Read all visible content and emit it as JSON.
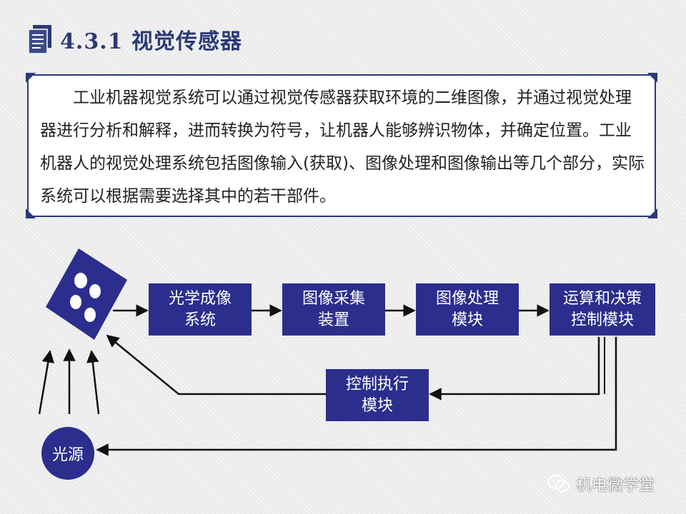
{
  "header": {
    "title": "4.3.1 视觉传感器",
    "icon": "document-icon"
  },
  "intro": {
    "paragraph": "工业机器视觉系统可以通过视觉传感器获取环境的二维图像，并通过视觉处理器进行分析和解释，进而转换为符号，让机器人能够辨识物体，并确定位置。工业机器人的视觉处理系统包括图像输入(获取)、图像处理和图像输出等几个部分，实际系统可以根据需要选择其中的若干部件。"
  },
  "diagram": {
    "boxes": {
      "optical": "光学成像\n系统",
      "acquisition": "图像采集\n装置",
      "processing": "图像处理\n模块",
      "decision": "运算和决策\n控制模块",
      "execution": "控制执行\n模块"
    },
    "light_source": "光源"
  },
  "watermark": {
    "text": "机电微学堂",
    "icon": "wechat-icon"
  },
  "colors": {
    "primary": "#2b2e8c",
    "title": "#2b3a76",
    "background": "#ebebeb"
  }
}
